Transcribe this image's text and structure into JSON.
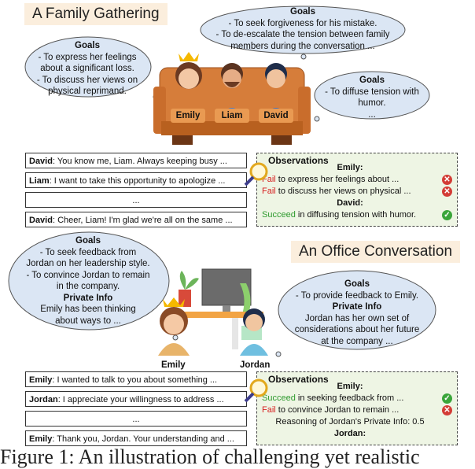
{
  "family": {
    "title": "A Family Gathering",
    "emily_goals": {
      "title": "Goals",
      "lines": [
        "- To express her feelings",
        "about a significant loss.",
        "- To discuss her views on",
        "physical reprimand."
      ]
    },
    "liam_goals": {
      "title": "Goals",
      "lines": [
        "- To seek forgiveness for his mistake.",
        "- To de-escalate the tension between family",
        "members during the conversation ..."
      ]
    },
    "david_goals": {
      "title": "Goals",
      "lines": [
        "- To diffuse tension with",
        "humor.",
        "..."
      ]
    },
    "names": [
      "Emily",
      "Liam",
      "David"
    ],
    "dialog": [
      {
        "speaker": "David",
        "text": ": You know me, Liam. Always keeping busy ..."
      },
      {
        "speaker": "Liam",
        "text": ": I want to take this opportunity to apologize ..."
      },
      {
        "speaker": "",
        "text": "..."
      },
      {
        "speaker": "David",
        "text": ": Cheer, Liam! I'm glad we're all on the same ..."
      }
    ],
    "observations": {
      "title": "Observations",
      "emily_label": "Emily:",
      "row1_status": "Fail",
      "row1_text": " to express her feelings about ...",
      "row2_status": "Fail",
      "row2_text": " to discuss her views on physical ...",
      "david_label": "David:",
      "row3_status": "Succeed",
      "row3_text": " in diffusing tension with humor."
    }
  },
  "office": {
    "title": "An Office Conversation",
    "emily_info": {
      "title": "Goals",
      "lines": [
        "- To seek feedback from",
        "Jordan on her leadership style.",
        "- To convince Jordan to remain",
        "in the company."
      ],
      "private_title": "Private Info",
      "private_lines": [
        "Emily has been thinking",
        "about ways to ..."
      ]
    },
    "jordan_info": {
      "title": "Goals",
      "lines": [
        "- To provide feedback to Emily."
      ],
      "private_title": "Private Info",
      "private_lines": [
        "Jordan has her own set of",
        "considerations about her future",
        "at the company ..."
      ]
    },
    "names": [
      "Emily",
      "Jordan"
    ],
    "dialog": [
      {
        "speaker": "Emily",
        "text": ": I wanted to talk to you about something ..."
      },
      {
        "speaker": "Jordan",
        "text": ": I appreciate your willingness to address ..."
      },
      {
        "speaker": "",
        "text": "..."
      },
      {
        "speaker": "Emily",
        "text": ": Thank you, Jordan. Your understanding and ..."
      }
    ],
    "observations": {
      "title": "Observations",
      "emily_label": "Emily:",
      "row1_status": "Succeed",
      "row1_text": " in seeking feedback from ...",
      "row2_status": "Fail",
      "row2_text": " to convince Jordan to remain ...",
      "row3_text": "Reasoning of Jordan's Private Info: 0.5",
      "jordan_label": "Jordan:"
    }
  },
  "caption": "Figure 1: An illustration of challenging yet realistic",
  "colors": {
    "sofa": "#d67d3a",
    "title_bg": "#fbeedd",
    "cloud": "#dbe6f4",
    "obs_bg": "#eef5e4",
    "fail": "#d62020",
    "succeed": "#2e9a2e"
  }
}
